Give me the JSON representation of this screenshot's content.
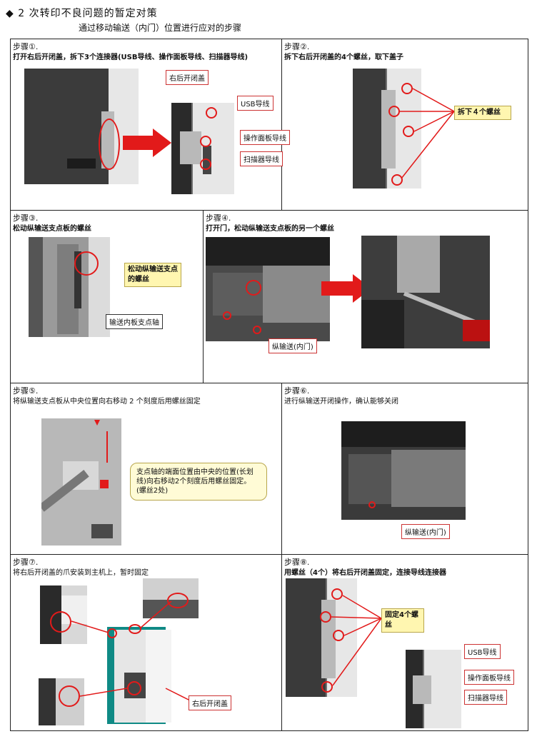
{
  "header": {
    "title": "◆ 2 次转印不良问题的暂定对策",
    "subtitle": "通过移动输送（内门）位置进行应对的步骤"
  },
  "steps": [
    {
      "no": "步骤①.",
      "desc": "打开右后开闭盖，拆下3个连接器(USB导线、操作面板导线、扫描器导线)",
      "labels": {
        "cover": "右后开闭盖",
        "usb": "USB导线",
        "panel": "操作面板导线",
        "scanner": "扫描器导线"
      }
    },
    {
      "no": "步骤②.",
      "desc": "拆下右后开闭盖的4个螺丝，取下盖子",
      "labels": {
        "screws": "拆下４个螺丝"
      }
    },
    {
      "no": "步骤③.",
      "desc": "松动纵输送支点板的螺丝",
      "labels": {
        "loosen": "松动纵输送支点的螺丝",
        "shaft": "输送内板支点轴"
      }
    },
    {
      "no": "步骤④.",
      "desc": "打开门，松动纵输送支点板的另一个螺丝",
      "labels": {
        "vertical": "纵输送(内门)"
      }
    },
    {
      "no": "步骤⑤.",
      "desc": "将纵输送支点板从中央位置向右移动 2 个刻度后用螺丝固定",
      "labels": {
        "note": "支点轴的端面位置由中央的位置(长划线)向右移动2个刻度后用螺丝固定。(螺丝2处)"
      }
    },
    {
      "no": "步骤⑥.",
      "desc": "进行纵输送开闭操作，确认能够关闭",
      "labels": {
        "vertical": "纵输送(内门)"
      }
    },
    {
      "no": "步骤⑦.",
      "desc": "将右后开闭盖的爪安装到主机上，暂时固定",
      "labels": {
        "cover": "右后开闭盖"
      }
    },
    {
      "no": "步骤⑧.",
      "desc": "用螺丝（4个）将右后开闭盖固定，连接导线连接器",
      "labels": {
        "fix": "固定4个螺丝",
        "usb": "USB导线",
        "panel": "操作面板导线",
        "scanner": "扫描器导线"
      }
    }
  ],
  "colors": {
    "accent_red": "#e21a1a",
    "label_yellow": "#fff6b0",
    "teal": "#0f8a85"
  }
}
